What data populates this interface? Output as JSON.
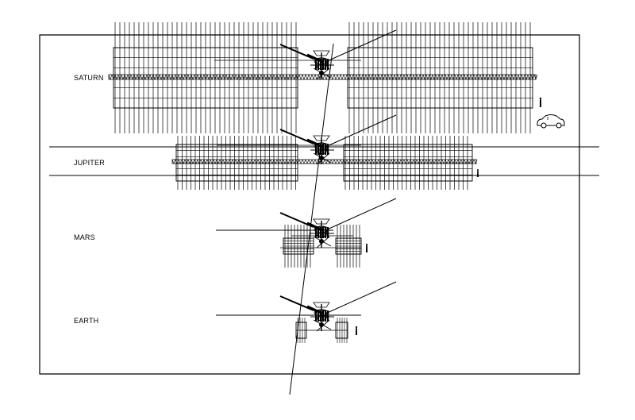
{
  "labels": {
    "saturn": "SATURN",
    "jupiter": "JUPITER",
    "mars": "MARS",
    "earth": "EARTH"
  },
  "colors": {
    "ink": "#000000",
    "background": "#ffffff"
  },
  "icons": [
    "person-figure-icon",
    "car-icon",
    "spacecraft-icon"
  ]
}
